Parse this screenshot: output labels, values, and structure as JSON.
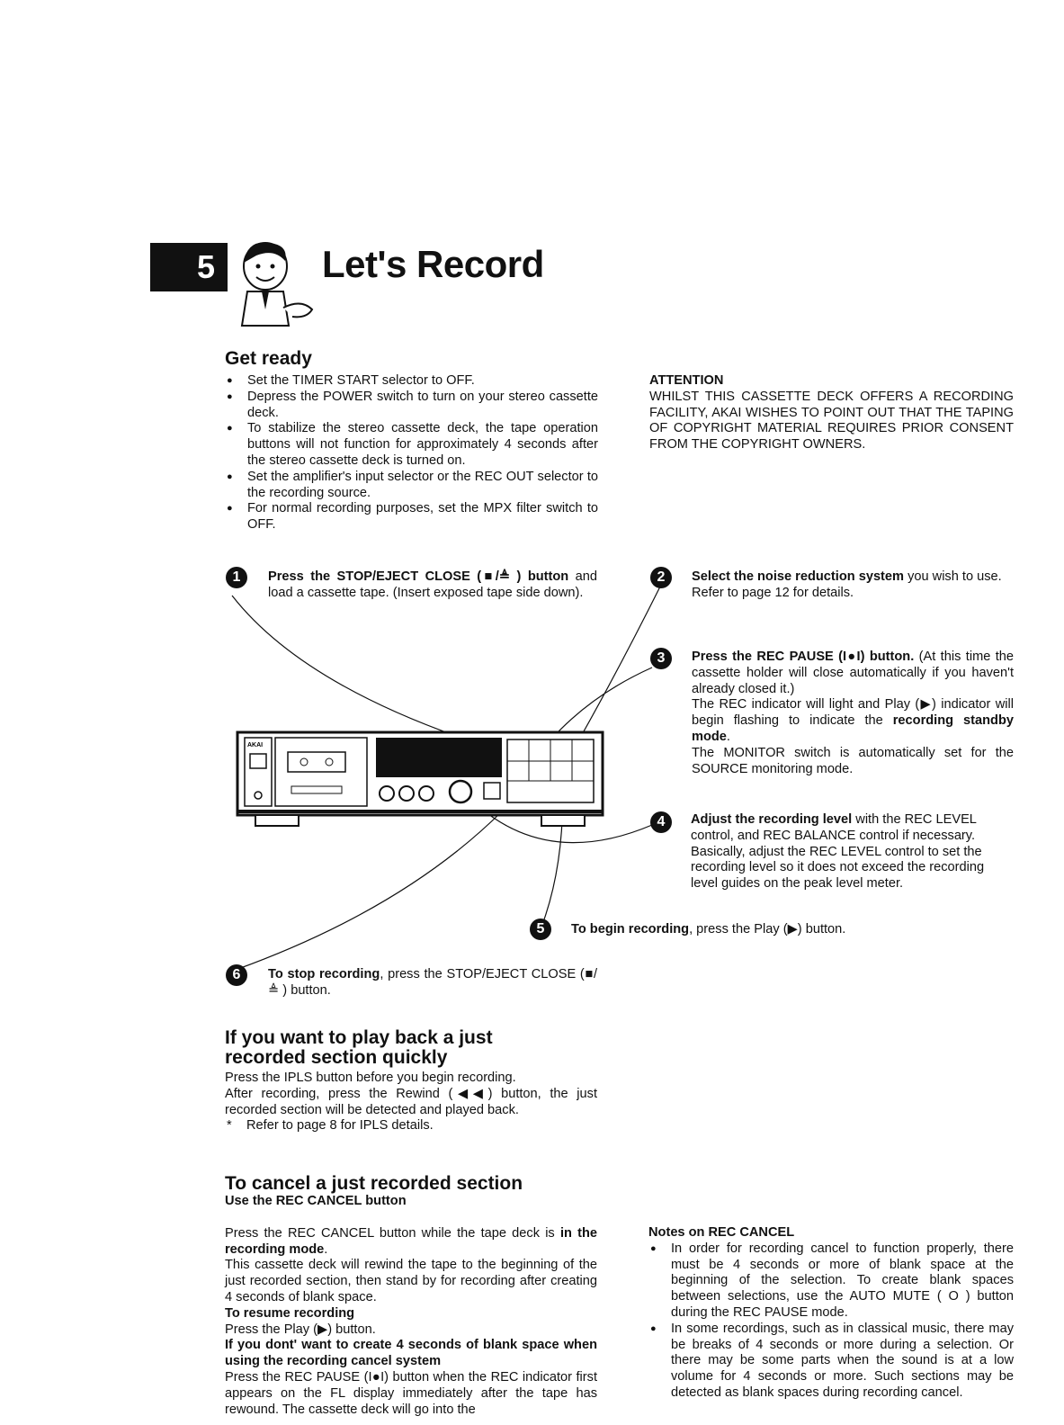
{
  "section_number": "5",
  "title": "Let's Record",
  "get_ready": {
    "heading": "Get ready",
    "bullets": [
      "Set the TIMER START selector to OFF.",
      "Depress the POWER switch to turn on your stereo cassette deck.",
      "To stabilize the stereo cassette deck, the tape operation buttons will not function for approximately 4 seconds after the stereo cassette deck is turned on.",
      "Set the amplifier's input selector or the REC OUT selector to the recording source.",
      "For normal recording purposes, set the MPX filter switch to OFF."
    ]
  },
  "attention": {
    "heading": "ATTENTION",
    "text": "WHILST THIS CASSETTE DECK OFFERS A RECORDING FACILITY, AKAI WISHES TO POINT OUT THAT THE TAPING OF COPYRIGHT MATERIAL REQUIRES PRIOR CONSENT FROM THE COPYRIGHT OWNERS."
  },
  "steps": {
    "s1": {
      "num": "1",
      "bold": "Press the STOP/EJECT CLOSE (■/≜ ) button",
      "text": " and load a cassette tape. (Insert exposed tape side down)."
    },
    "s2": {
      "num": "2",
      "bold": "Select the noise reduction system",
      "text": " you wish to use.",
      "extra": "Refer to page 12 for details."
    },
    "s3": {
      "num": "3",
      "bold": "Press the REC PAUSE (I●I) button.",
      "text": " (At this time the cassette holder will close automatically if you haven't already closed it.)",
      "extra1": "The REC indicator will light and Play (▶) indicator will begin flashing to indicate the ",
      "extra_bold": "recording standby mode",
      "extra2": ".",
      "extra3": "The MONITOR switch is automatically set for the SOURCE monitoring mode."
    },
    "s4": {
      "num": "4",
      "bold": "Adjust the recording level",
      "text": " with the REC LEVEL control, and REC BALANCE control if necessary.",
      "extra": "Basically, adjust the REC LEVEL control to set the recording level so it does not exceed the recording level guides on the peak level meter."
    },
    "s5": {
      "num": "5",
      "bold": "To begin recording",
      "text": ", press the Play (▶) button."
    },
    "s6": {
      "num": "6",
      "bold": "To stop recording",
      "text": ", press the STOP/EJECT CLOSE (■/≜ ) button."
    }
  },
  "deck": {
    "brand": "AKAI"
  },
  "playback": {
    "heading": "If you want to play back a just recorded section quickly",
    "line1": "Press the IPLS button before you begin recording.",
    "line2": "After recording, press the Rewind (◀◀) button, the just recorded section will be detected and played back.",
    "note": "Refer to page 8 for IPLS details."
  },
  "cancel": {
    "heading": "To cancel a just recorded section",
    "subheading": "Use the REC CANCEL button",
    "p1a": "Press the REC CANCEL button while the tape deck is ",
    "p1b": "in the recording mode",
    "p1c": ".",
    "p2": "This cassette deck will rewind the tape to the beginning of the just recorded section, then stand by for recording after creating 4 seconds of blank space.",
    "resume_heading": "To resume recording",
    "resume_text": "Press the Play (▶) button.",
    "noblank_heading": "If you dont' want to create 4 seconds of blank space when using the recording cancel system",
    "noblank_text": "Press the REC PAUSE (I●I) button when the REC indicator first appears on the FL display immediately after the tape has rewound. The cassette deck will go into the"
  },
  "notes": {
    "heading": "Notes on REC CANCEL",
    "bullets": [
      "In order for recording cancel to function properly, there must be 4 seconds or more of blank space at the beginning of the selection. To create blank spaces between selections, use the AUTO MUTE ( O ) button during the REC PAUSE mode.",
      "In some recordings, such as in classical music, there may be breaks of 4 seconds or more during a selection. Or there may be some parts when the sound is at a low volume for 4 seconds or more. Such sections may be detected as blank spaces during recording cancel."
    ]
  }
}
